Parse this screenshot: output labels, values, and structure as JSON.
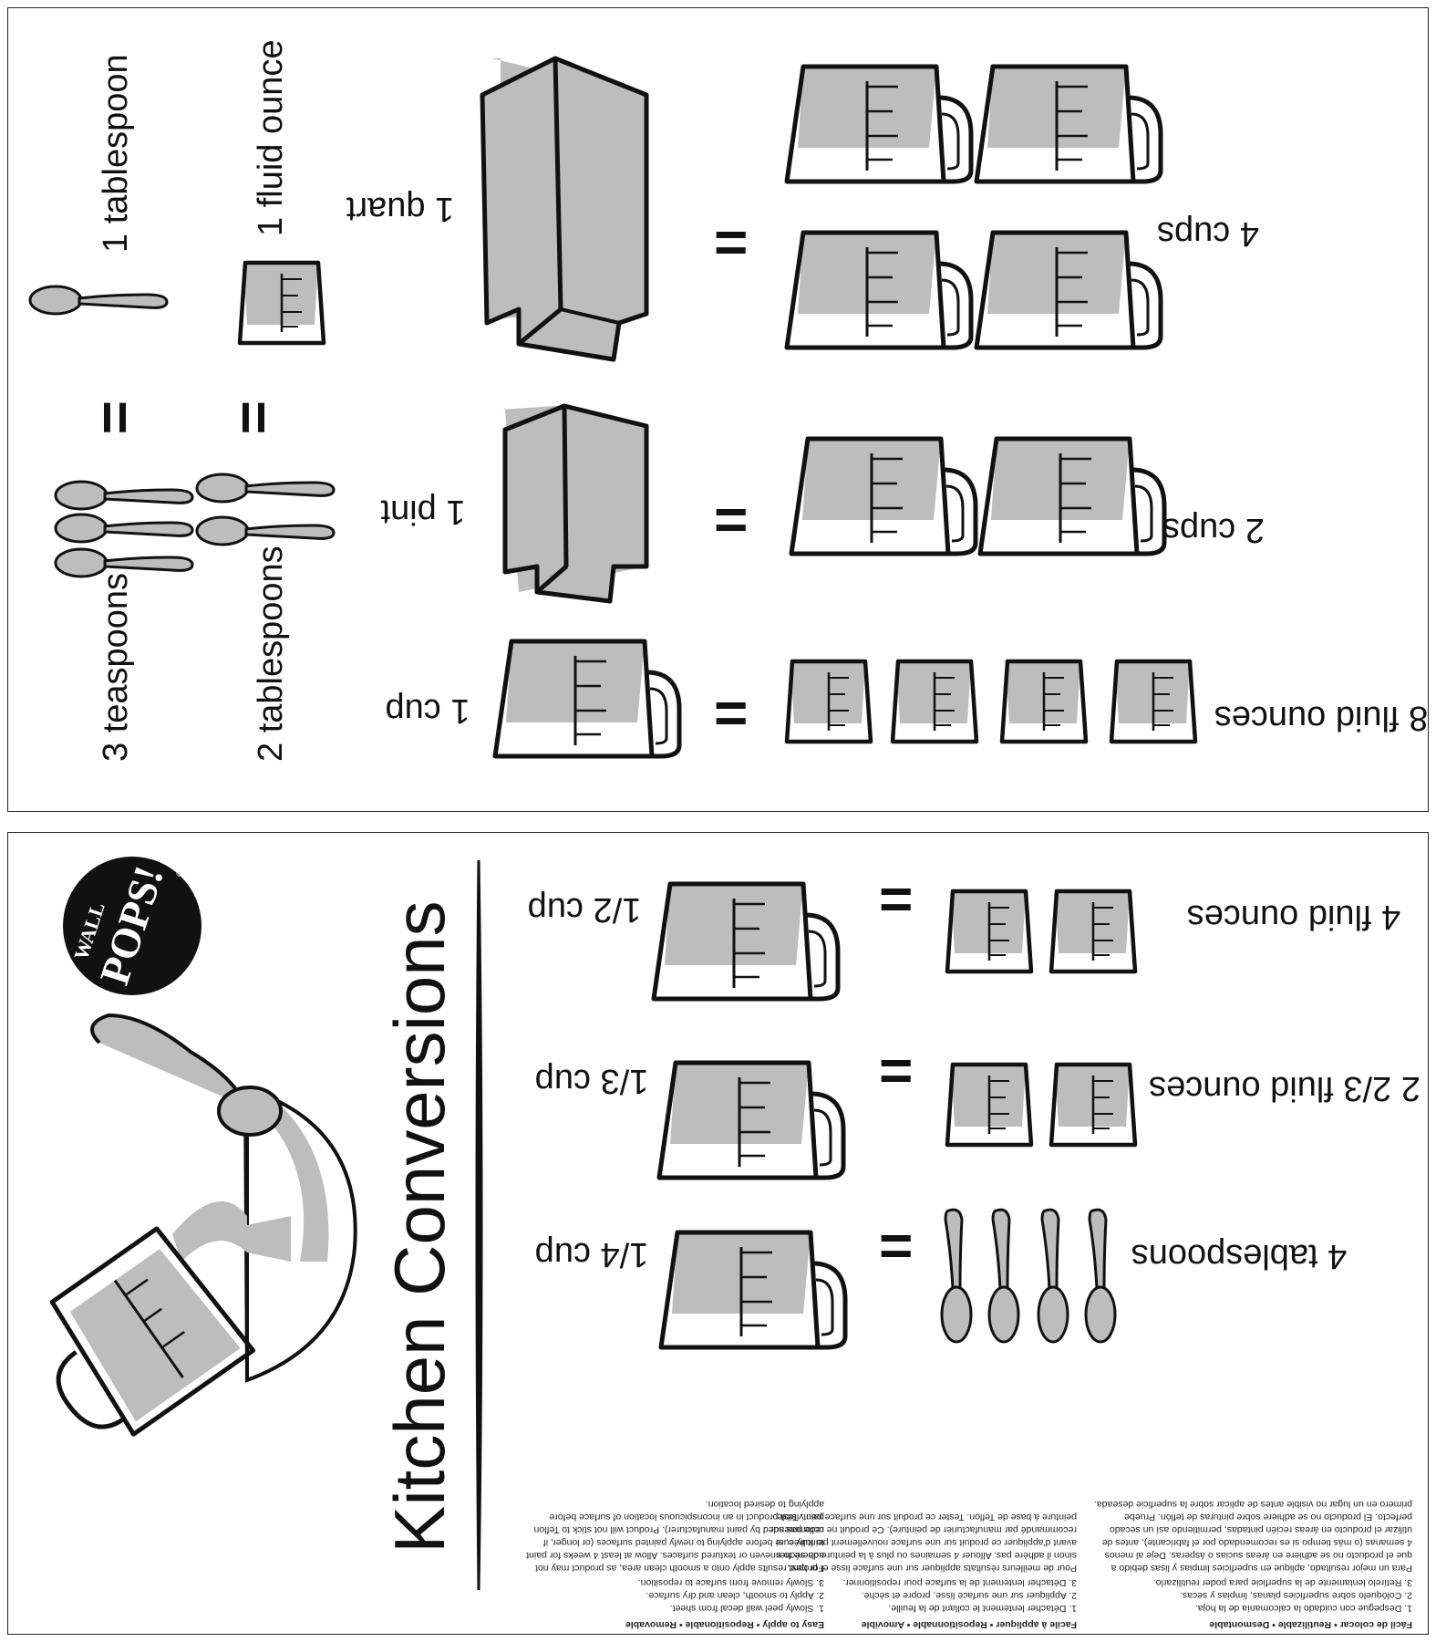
{
  "top_sheet": {
    "tablespoon": {
      "left": "1 tablespoon",
      "right": "3 teaspoons"
    },
    "fluid_ounce": {
      "left": "1 fluid ounce",
      "right": "2 tablespoons"
    },
    "quart": {
      "left": "1 quart",
      "right": "4 cups"
    },
    "pint": {
      "left": "1 pint",
      "right": "2 cups"
    },
    "cup": {
      "left": "1 cup",
      "right": "8 fluid ounces"
    },
    "equals": "="
  },
  "bottom_sheet": {
    "brand": {
      "line1": "WALL",
      "line2": "POPS!",
      "trademark": "®"
    },
    "title": "Kitchen Conversions",
    "half_cup": {
      "left": "1/2 cup",
      "right": "4 fluid ounces"
    },
    "third_cup": {
      "left": "1/3 cup",
      "right": "2 2/3 fluid ounces"
    },
    "quarter_cup": {
      "left": "1/4 cup",
      "right": "4 tablespoons"
    },
    "equals": "=",
    "instructions_en": {
      "heading": "Easy to apply  •  Repositionable  •  Removable",
      "lines": [
        "1. Slowly peel wall decal from sheet.",
        "2. Apply to smooth, clean and dry surface.",
        "3. Slowly remove from surface to reposition.",
        "For best results apply onto a smooth clean area, as product may not",
        "adhere to uneven or textured surfaces. Allow at least 4 weeks for paint",
        "to fully cure before applying to newly painted surfaces (or longer, if",
        "recommended by paint manufacturer). Product will not stick to Teflon",
        "paint. Test product in an inconspicuous location of surface before",
        "applying to desired location."
      ]
    },
    "instructions_fr": {
      "heading": "Facile à appliquer  •  Repositionnable  •  Amovible",
      "lines": [
        "1. Détacher lentement le collant de la feuille.",
        "2. Appliquer sur une surface lisse, propre et sèche.",
        "3. Détacher lentement de la surface pour repositionner.",
        "Pour de meilleurs résultats appliquer sur une surface lisse et propre,",
        "sinon il adhère pas. Allouer 4 semaines ou plus à la peinture de sécher",
        "avant d'appliquer ce produit sur une surface nouvellement peinturée, si",
        "recommandé par manufacturier de peinture). Ce produit ne colle pas sur",
        "peinture à base de Teflon. Tester ce produit sur une surface peu visible."
      ]
    },
    "instructions_es": {
      "heading": "Fácil de colocar  •  Reutilizable  •  Desmontable",
      "lines": [
        "1. Despegue con cuidado la calcomanía de la hoja.",
        "2. Colóquelo sobre superficies planas, limpias y secas.",
        "3. Retírelo lentamente de la superficie para poder reutilizarlo.",
        "Para un mejor resultado, aplique en superficies limpias y lisas debido a",
        "que el producto no se adhiere en áreas sucias o ásperas. Deje al menos",
        "4 semanas (o más tiempo si es recomendado por el fabricante), antes de",
        "utilizar el producto en áreas recién pintadas, permitiendo así un secado",
        "perfecto. El producto no se adhiere sobre pinturas de teflón. Pruebe",
        "primero en un lugar no visible antes de aplicar sobre la superficie deseada."
      ]
    }
  },
  "colors": {
    "fill_gray": "#bdbdbd",
    "outline": "#111111",
    "logo_bg": "#111111"
  },
  "icons": [
    "spoon-icon",
    "measuring-cup-icon",
    "small-cup-icon",
    "milk-carton-icon",
    "pour-illustration"
  ]
}
